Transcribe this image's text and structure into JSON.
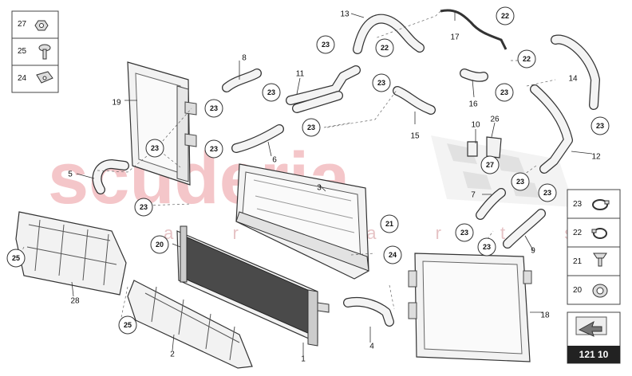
{
  "watermark": {
    "main": "scuderia",
    "sub": "c a r p a r t s"
  },
  "part_labels": [
    "27",
    "25",
    "24",
    "13",
    "17",
    "22",
    "8",
    "23",
    "11",
    "22",
    "22",
    "14",
    "19",
    "23",
    "23",
    "16",
    "23",
    "23",
    "23",
    "15",
    "10",
    "26",
    "23",
    "5",
    "6",
    "23",
    "12",
    "27",
    "3",
    "23",
    "7",
    "23",
    "21",
    "23",
    "23",
    "20",
    "9",
    "24",
    "25",
    "23",
    "28",
    "18",
    "23",
    "25",
    "4",
    "2",
    "1"
  ],
  "left_legend": [
    {
      "num": "27",
      "icon": "nut-icon"
    },
    {
      "num": "25",
      "icon": "bolt-icon"
    },
    {
      "num": "24",
      "icon": "clip-nut-icon"
    }
  ],
  "right_legend": [
    {
      "num": "23",
      "icon": "hose-clamp-icon"
    },
    {
      "num": "22",
      "icon": "hose-clamp-small-icon"
    },
    {
      "num": "21",
      "icon": "screw-icon"
    },
    {
      "num": "20",
      "icon": "grommet-icon"
    }
  ],
  "reference": {
    "code": "121 10"
  },
  "colors": {
    "line": "#333333",
    "watermark": "#f4c6c9",
    "reference_bg": "#222222"
  }
}
